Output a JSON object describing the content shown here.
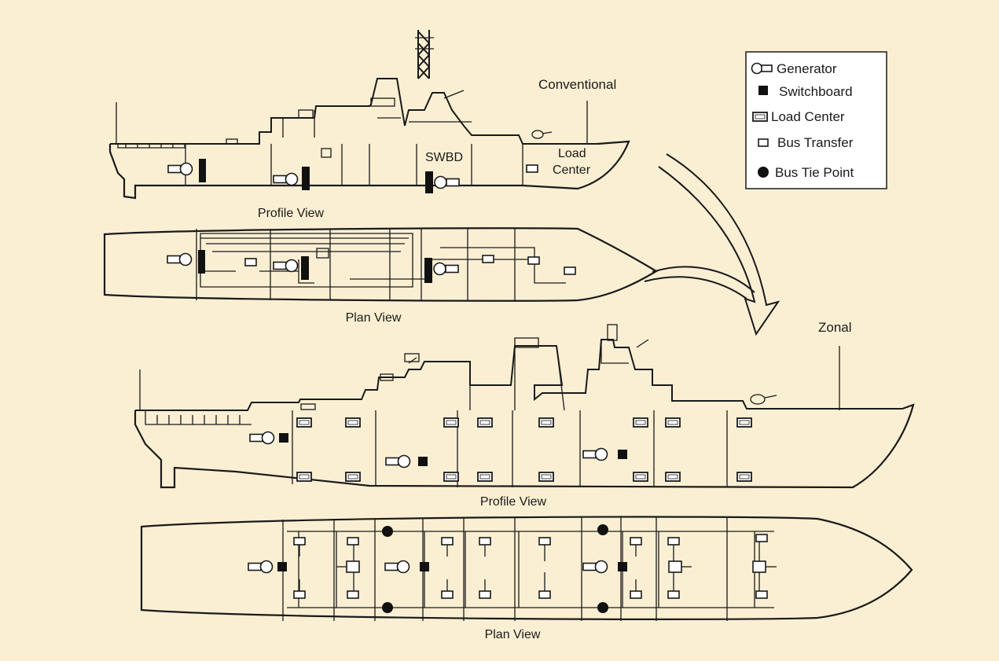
{
  "colors": {
    "panel_background": "#FBEFD3",
    "ink": "#1A1A1A",
    "legend_background": "#FFFFFF"
  },
  "conventional": {
    "title": "Conventional",
    "profile_caption": "Profile View",
    "plan_caption": "Plan View",
    "swbd_label": "SWBD",
    "load_center_label_line1": "Load",
    "load_center_label_line2": "Center"
  },
  "zonal": {
    "title": "Zonal",
    "profile_caption": "Profile View",
    "plan_caption": "Plan View"
  },
  "legend": {
    "generator": {
      "label": "Generator",
      "icon": "generator-icon"
    },
    "switchboard": {
      "label": "Switchboard",
      "icon": "switchboard-icon"
    },
    "load_center": {
      "label": "Load Center",
      "icon": "load-center-icon"
    },
    "bus_transfer": {
      "label": "Bus Transfer",
      "icon": "bus-transfer-icon"
    },
    "bus_tie_point": {
      "label": "Bus Tie Point",
      "icon": "bus-tie-point-icon"
    }
  }
}
